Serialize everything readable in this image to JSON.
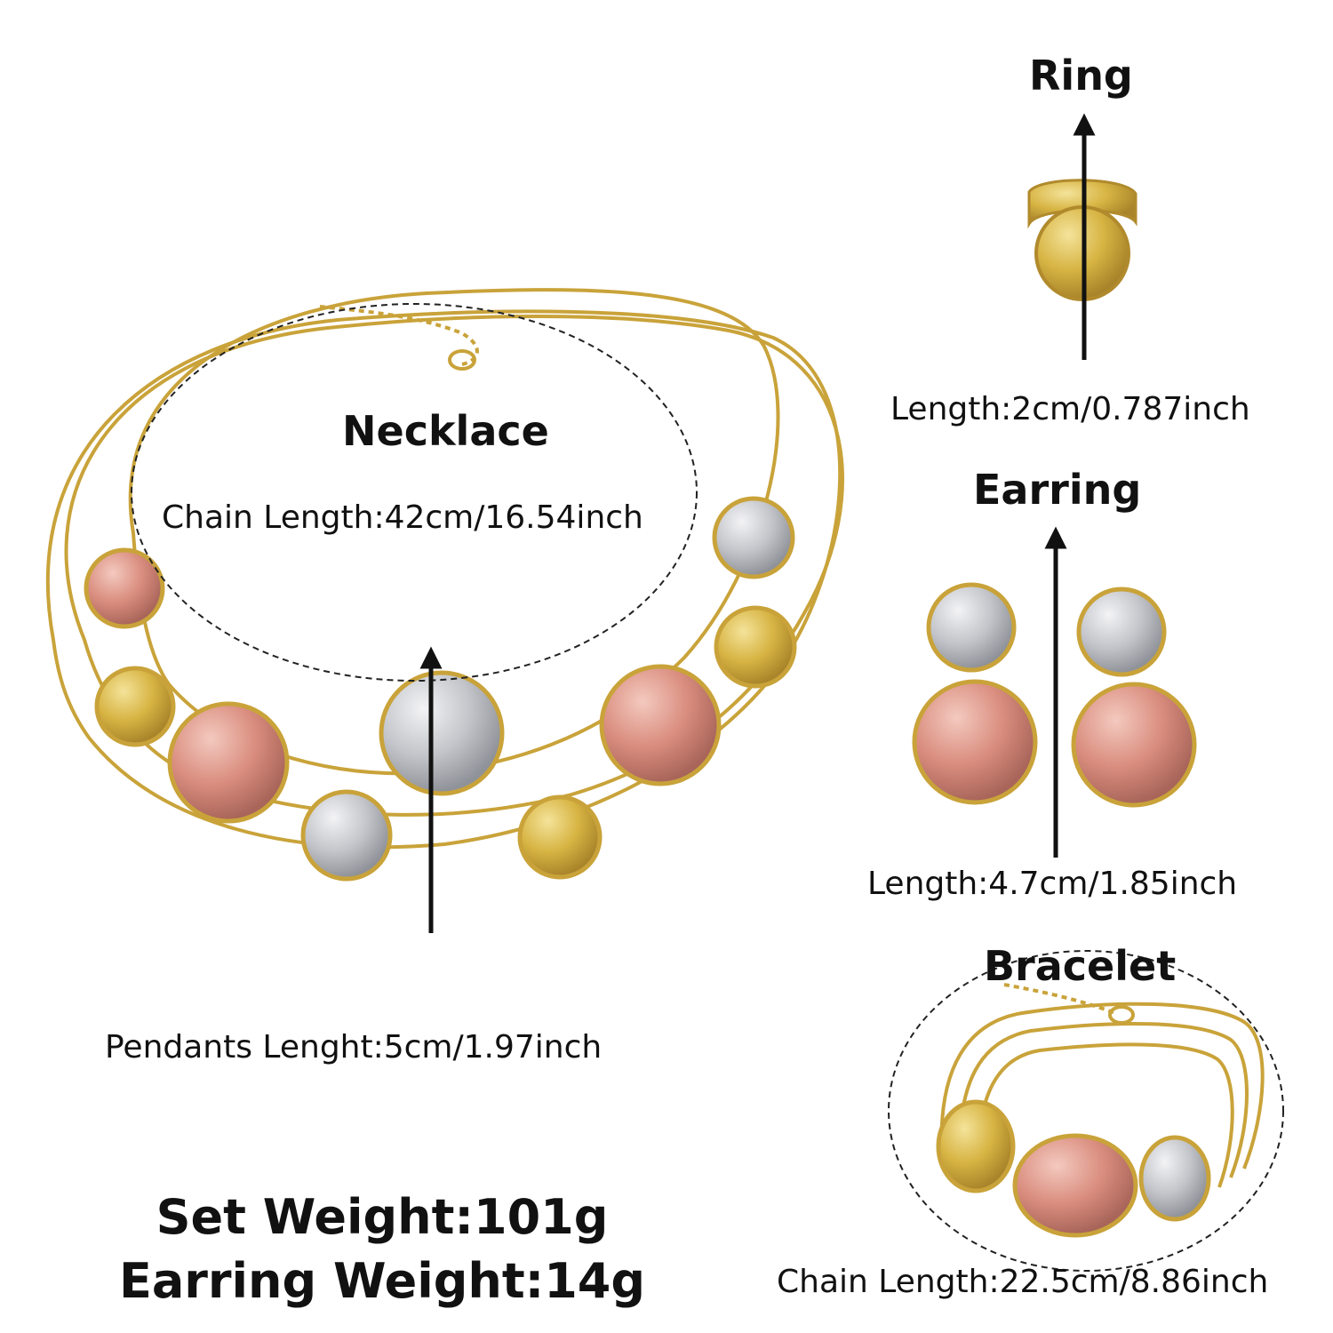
{
  "necklace": {
    "title": "Necklace",
    "chain_length": "Chain Length:42cm/16.54inch",
    "pendants_length": "Pendants Lenght:5cm/1.97inch"
  },
  "ring": {
    "title": "Ring",
    "length": "Length:2cm/0.787inch"
  },
  "earring": {
    "title": "Earring",
    "length": "Length:4.7cm/1.85inch"
  },
  "bracelet": {
    "title": "Bracelet",
    "chain_length": "Chain Length:22.5cm/8.86inch"
  },
  "weights": {
    "set": "Set Weight:101g",
    "earring": "Earring Weight:14g"
  },
  "colors": {
    "gold": "#d8b13e",
    "rose": "#d98d7e",
    "silver": "#bfc1c6",
    "chain": "#c9a33a"
  }
}
